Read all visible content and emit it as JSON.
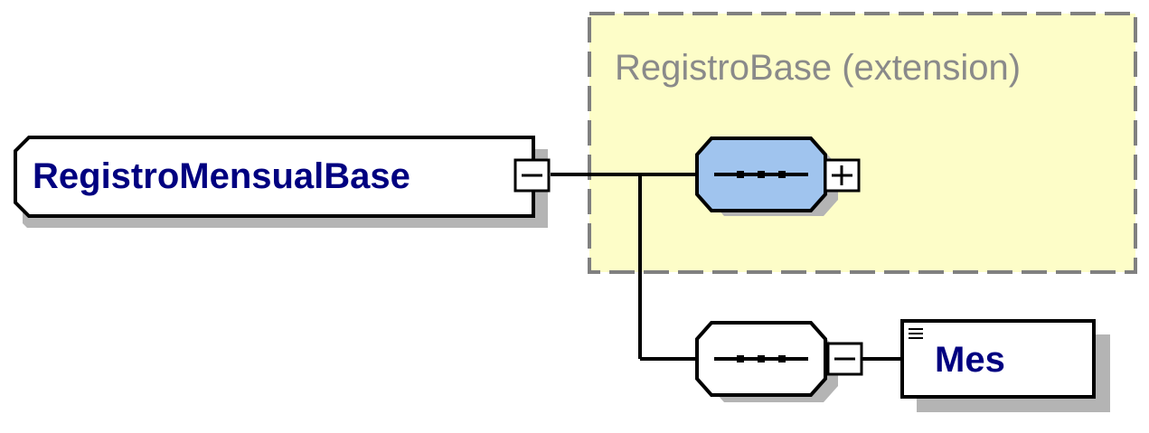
{
  "root_element": {
    "label": "RegistroMensualBase"
  },
  "extension": {
    "label": "RegistroBase (extension)",
    "fill": "#fdfdc8",
    "border": "#808080"
  },
  "sequence_compositor": {
    "fill": "#a0c4ee",
    "expanded": false,
    "toggle_symbol": "+"
  },
  "sequence_compositor_2": {
    "fill": "#ffffff",
    "expanded": true,
    "toggle_symbol": "−"
  },
  "child_element": {
    "label": "Mes"
  },
  "colors": {
    "line": "#000000",
    "shadow": "#b4b4b4",
    "label": "#000080"
  }
}
